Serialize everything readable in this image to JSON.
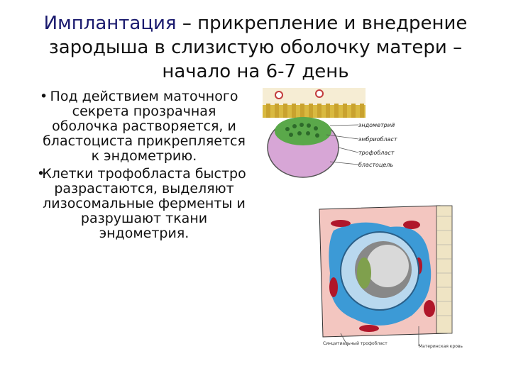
{
  "title": {
    "lead": "Имплантация",
    "rest": " – прикрепление и внедрение зародыша в слизистую оболочку матери – начало на 6-7 день"
  },
  "bullets": [
    "Под действием маточного секрета прозрачная оболочка растворяется, и бластоциста прикрепляется к эндометрию.",
    "Клетки трофобласта быстро разрастаются, выделяют лизосомальные ферменты и разрушают ткани эндометрия."
  ],
  "figure_top": {
    "labels": [
      "эндометрий",
      "эмбриобласт",
      "трофобласт",
      "бластоцель"
    ]
  },
  "figure_bottom": {
    "labels": [
      "Синцитиальный трофобласт",
      "Материнская кровь"
    ]
  },
  "colors": {
    "title_lead": "#1a1a6e",
    "endometrium": "#d9b940",
    "embryoblast": "#5aa84a",
    "blastocoel": "#d7a6d6",
    "tissue": "#f3c6c0",
    "blood": "#b0162a",
    "syncytium": "#3c9ad6"
  }
}
